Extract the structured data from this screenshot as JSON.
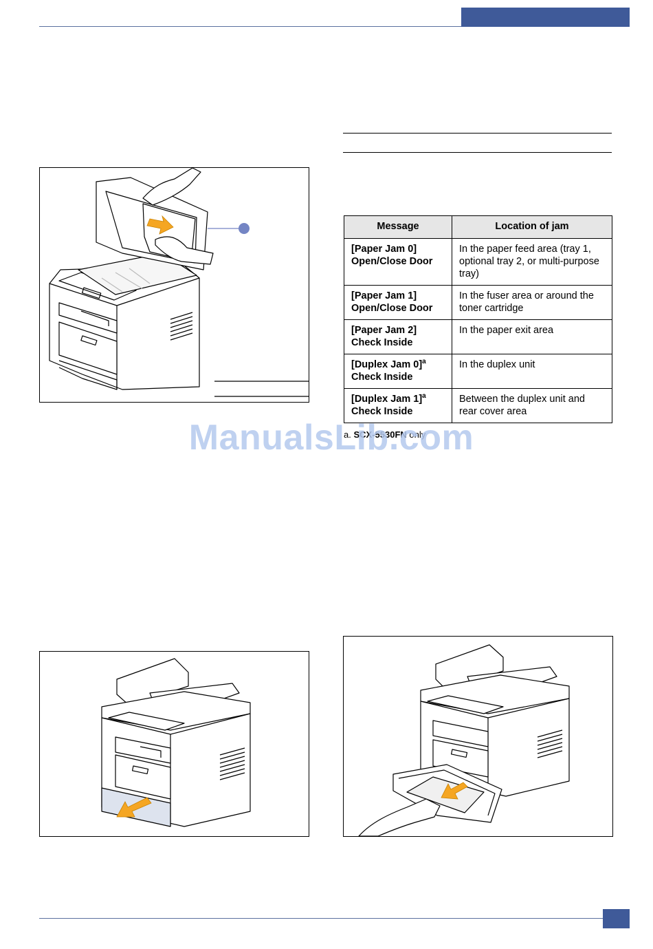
{
  "table": {
    "headers": [
      "Message",
      "Location of jam"
    ],
    "rows": [
      {
        "msg_line1": "[Paper Jam 0]",
        "msg_line2": "Open/Close Door",
        "sup": "",
        "location": "In the paper feed area (tray 1, optional tray 2, or multi-purpose tray)"
      },
      {
        "msg_line1": "[Paper Jam 1]",
        "msg_line2": "Open/Close Door",
        "sup": "",
        "location": "In the fuser area or around the toner cartridge"
      },
      {
        "msg_line1": "[Paper Jam 2]",
        "msg_line2": "Check Inside",
        "sup": "",
        "location": "In the paper exit area"
      },
      {
        "msg_line1": "[Duplex Jam 0]",
        "msg_line2": "Check Inside",
        "sup": "a",
        "location": "In the duplex unit"
      },
      {
        "msg_line1": "[Duplex Jam 1]",
        "msg_line2": "Check Inside",
        "sup": "a",
        "location": "Between the duplex unit and rear cover area"
      }
    ]
  },
  "footnote": {
    "marker": "a.",
    "bold": "SCX-5530FN",
    "rest": " only"
  },
  "watermark": "ManualsLib.com",
  "colors": {
    "accent_blue": "#3f5a99",
    "rule_blue": "#5a6f9e",
    "arrow_orange": "#f5a623",
    "callout_dot": "#7485c4",
    "header_gray": "#e6e6e6"
  }
}
